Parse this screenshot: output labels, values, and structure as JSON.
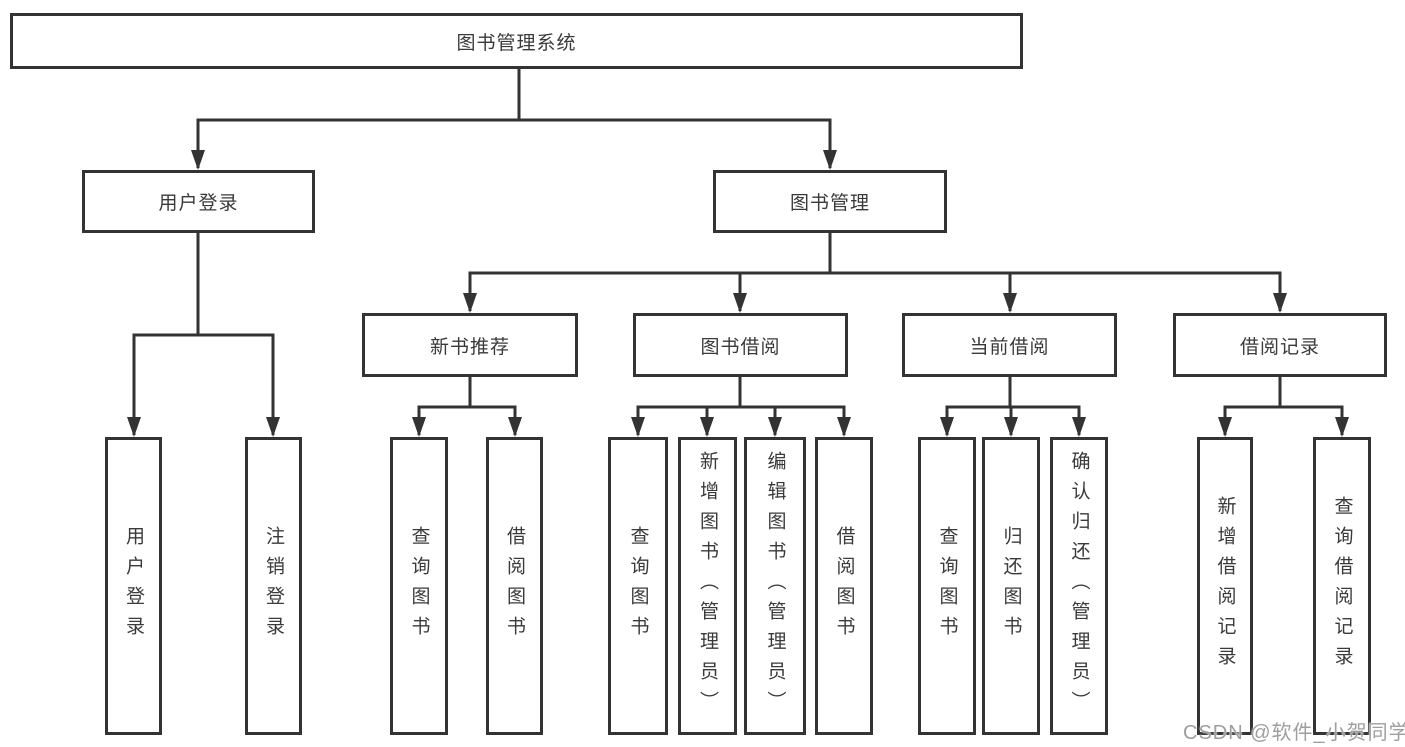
{
  "colors": {
    "line": "#333333",
    "box_border": "#333333",
    "box_fill": "#ffffff",
    "text": "#3a3a3a",
    "watermark_text": "#9e9e9e",
    "background": "#ffffff"
  },
  "tree": {
    "root": {
      "label": "图书管理系统"
    },
    "user_login": {
      "label": "用户登录",
      "children": [
        {
          "label": "用户登录"
        },
        {
          "label": "注销登录"
        }
      ]
    },
    "book_management": {
      "label": "图书管理",
      "children": [
        {
          "label": "新书推荐",
          "children": [
            {
              "label": "查询图书"
            },
            {
              "label": "借阅图书"
            }
          ]
        },
        {
          "label": "图书借阅",
          "children": [
            {
              "label": "查询图书"
            },
            {
              "label": "新增图书（管理员）"
            },
            {
              "label": "编辑图书（管理员）"
            },
            {
              "label": "借阅图书"
            }
          ]
        },
        {
          "label": "当前借阅",
          "children": [
            {
              "label": "查询图书"
            },
            {
              "label": "归还图书"
            },
            {
              "label": "确认归还（管理员）"
            }
          ]
        },
        {
          "label": "借阅记录",
          "children": [
            {
              "label": "新增借阅记录"
            },
            {
              "label": "查询借阅记录"
            }
          ]
        }
      ]
    }
  },
  "watermark": {
    "text": "CSDN @软件_小贺同学"
  }
}
